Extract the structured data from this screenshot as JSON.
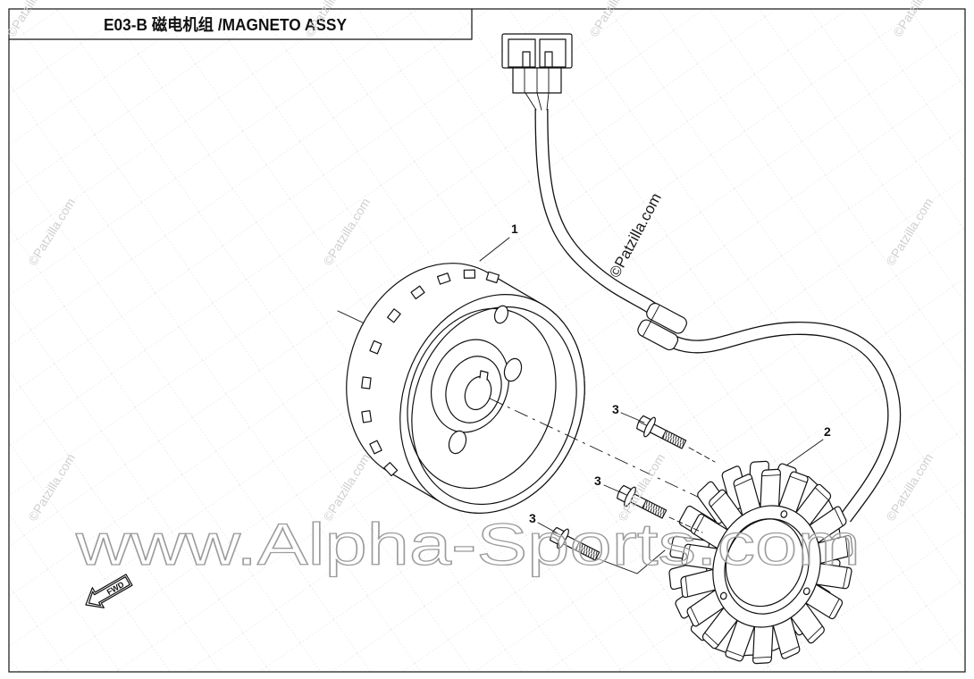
{
  "title": "E03-B 磁电机组 /MAGNETO ASSY",
  "callouts": [
    "1",
    "2",
    "3",
    "3",
    "3"
  ],
  "fwd_label": "FWD",
  "watermarks": {
    "patzilla": "©Patzilla.com",
    "site": "www.Alpha-Sports.com"
  }
}
